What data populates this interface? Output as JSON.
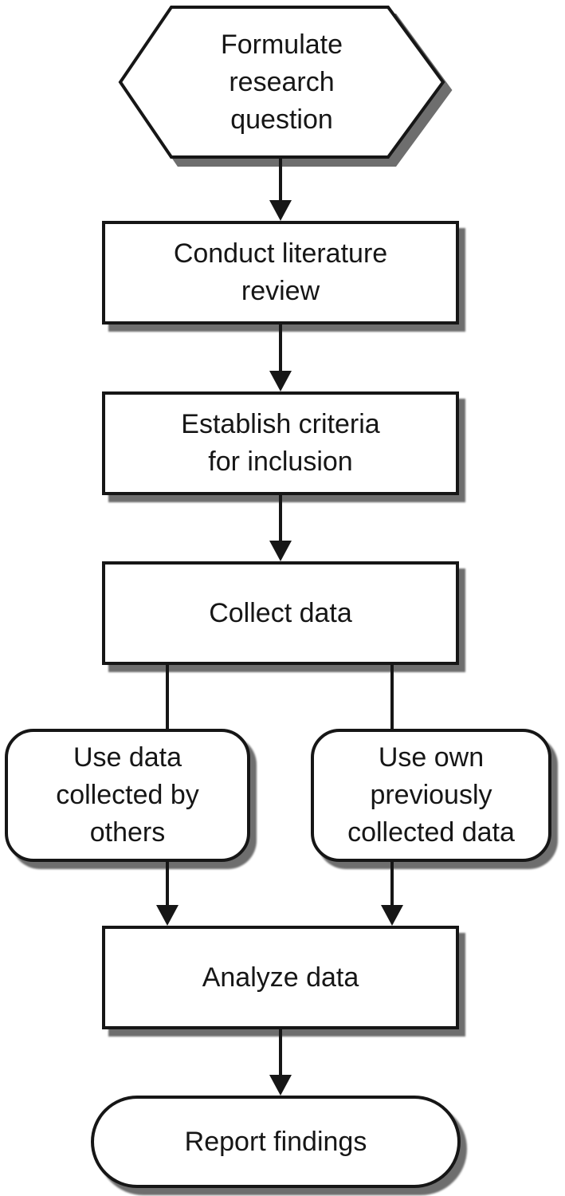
{
  "diagram": {
    "type": "flowchart",
    "direction": "top-down",
    "nodes": {
      "formulate": {
        "shape": "hexagon",
        "lines": [
          "Formulate",
          "research",
          "question"
        ]
      },
      "literature": {
        "shape": "rectangle",
        "lines": [
          "Conduct literature",
          "review"
        ]
      },
      "criteria": {
        "shape": "rectangle",
        "lines": [
          "Establish criteria",
          "for inclusion"
        ]
      },
      "collect": {
        "shape": "rectangle",
        "lines": [
          "Collect data"
        ]
      },
      "use_others": {
        "shape": "rounded-rectangle",
        "lines": [
          "Use data",
          "collected by",
          "others"
        ]
      },
      "use_own": {
        "shape": "rounded-rectangle",
        "lines": [
          "Use own",
          "previously",
          "collected data"
        ]
      },
      "analyze": {
        "shape": "rectangle",
        "lines": [
          "Analyze data"
        ]
      },
      "report": {
        "shape": "stadium",
        "lines": [
          "Report findings"
        ]
      }
    },
    "edges": [
      {
        "from": "formulate",
        "to": "literature",
        "arrowhead": true
      },
      {
        "from": "literature",
        "to": "criteria",
        "arrowhead": true
      },
      {
        "from": "criteria",
        "to": "collect",
        "arrowhead": true
      },
      {
        "from": "collect",
        "to": "use_others",
        "arrowhead": false
      },
      {
        "from": "collect",
        "to": "use_own",
        "arrowhead": false
      },
      {
        "from": "use_others",
        "to": "analyze",
        "arrowhead": true
      },
      {
        "from": "use_own",
        "to": "analyze",
        "arrowhead": true
      },
      {
        "from": "analyze",
        "to": "report",
        "arrowhead": true
      }
    ],
    "colors": {
      "background": "#ffffff",
      "node_fill": "#ffffff",
      "node_border": "#161616",
      "shadow": "#6e6e6e",
      "text": "#161616"
    }
  }
}
